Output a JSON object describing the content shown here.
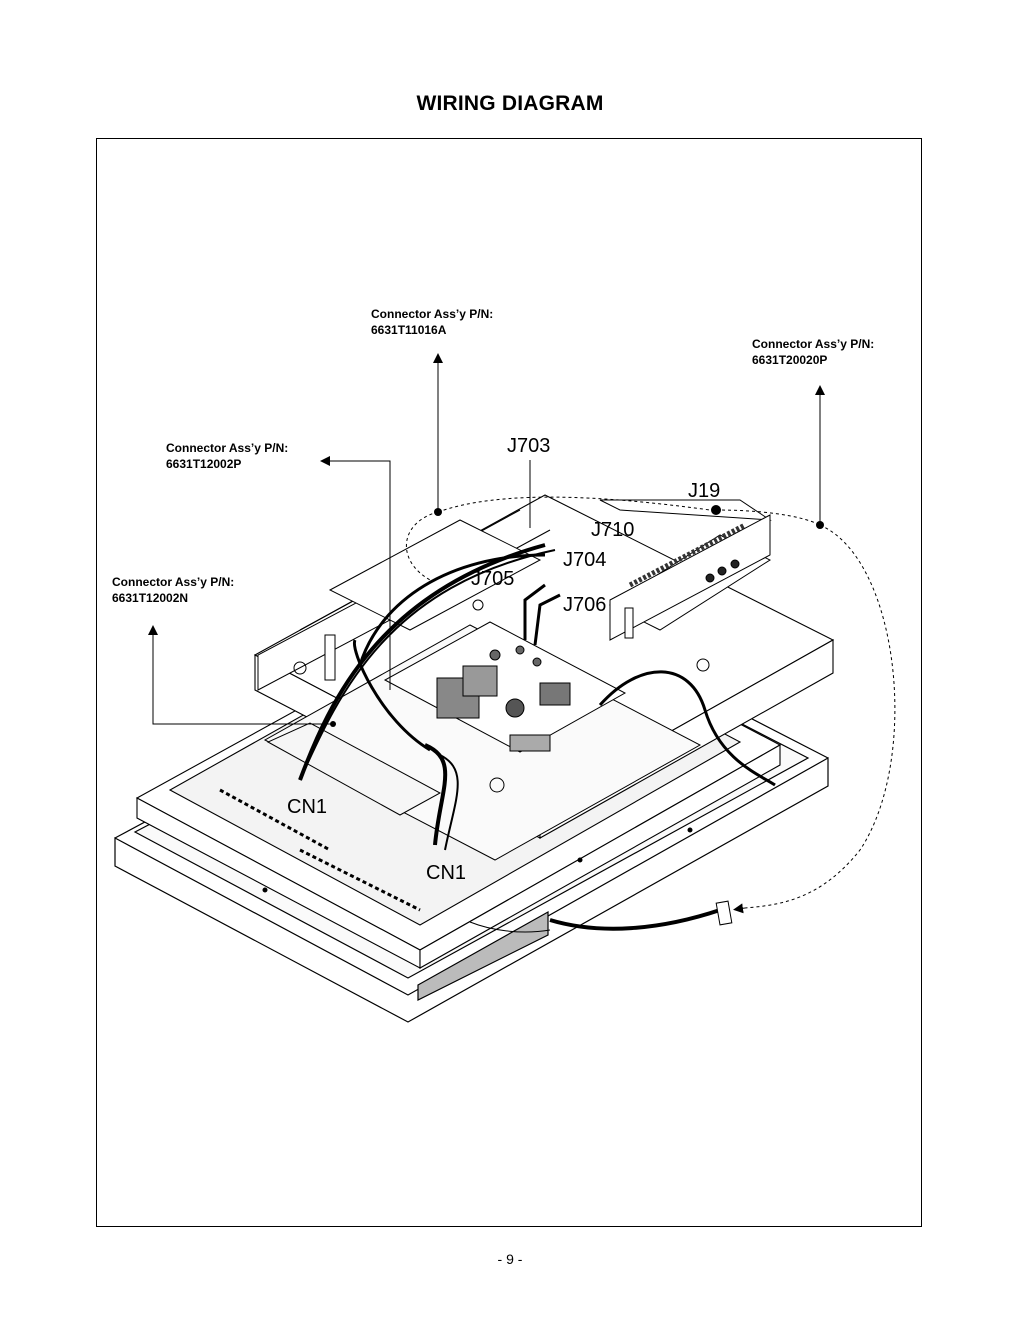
{
  "title": "WIRING DIAGRAM",
  "connectors": [
    {
      "label": "Connector Ass’y P/N:",
      "pn": "6631T11016A"
    },
    {
      "label": "Connector Ass’y P/N:",
      "pn": "6631T20020P"
    },
    {
      "label": "Connector Ass’y P/N:",
      "pn": "6631T12002P"
    },
    {
      "label": "Connector Ass’y P/N:",
      "pn": "6631T12002N"
    }
  ],
  "jacks": {
    "j703": "J703",
    "j19": "J19",
    "j710": "J710",
    "j704": "J704",
    "j705": "J705",
    "j706": "J706",
    "cn1_left": "CN1",
    "cn1_right": "CN1"
  },
  "page_number": "- 9 -"
}
